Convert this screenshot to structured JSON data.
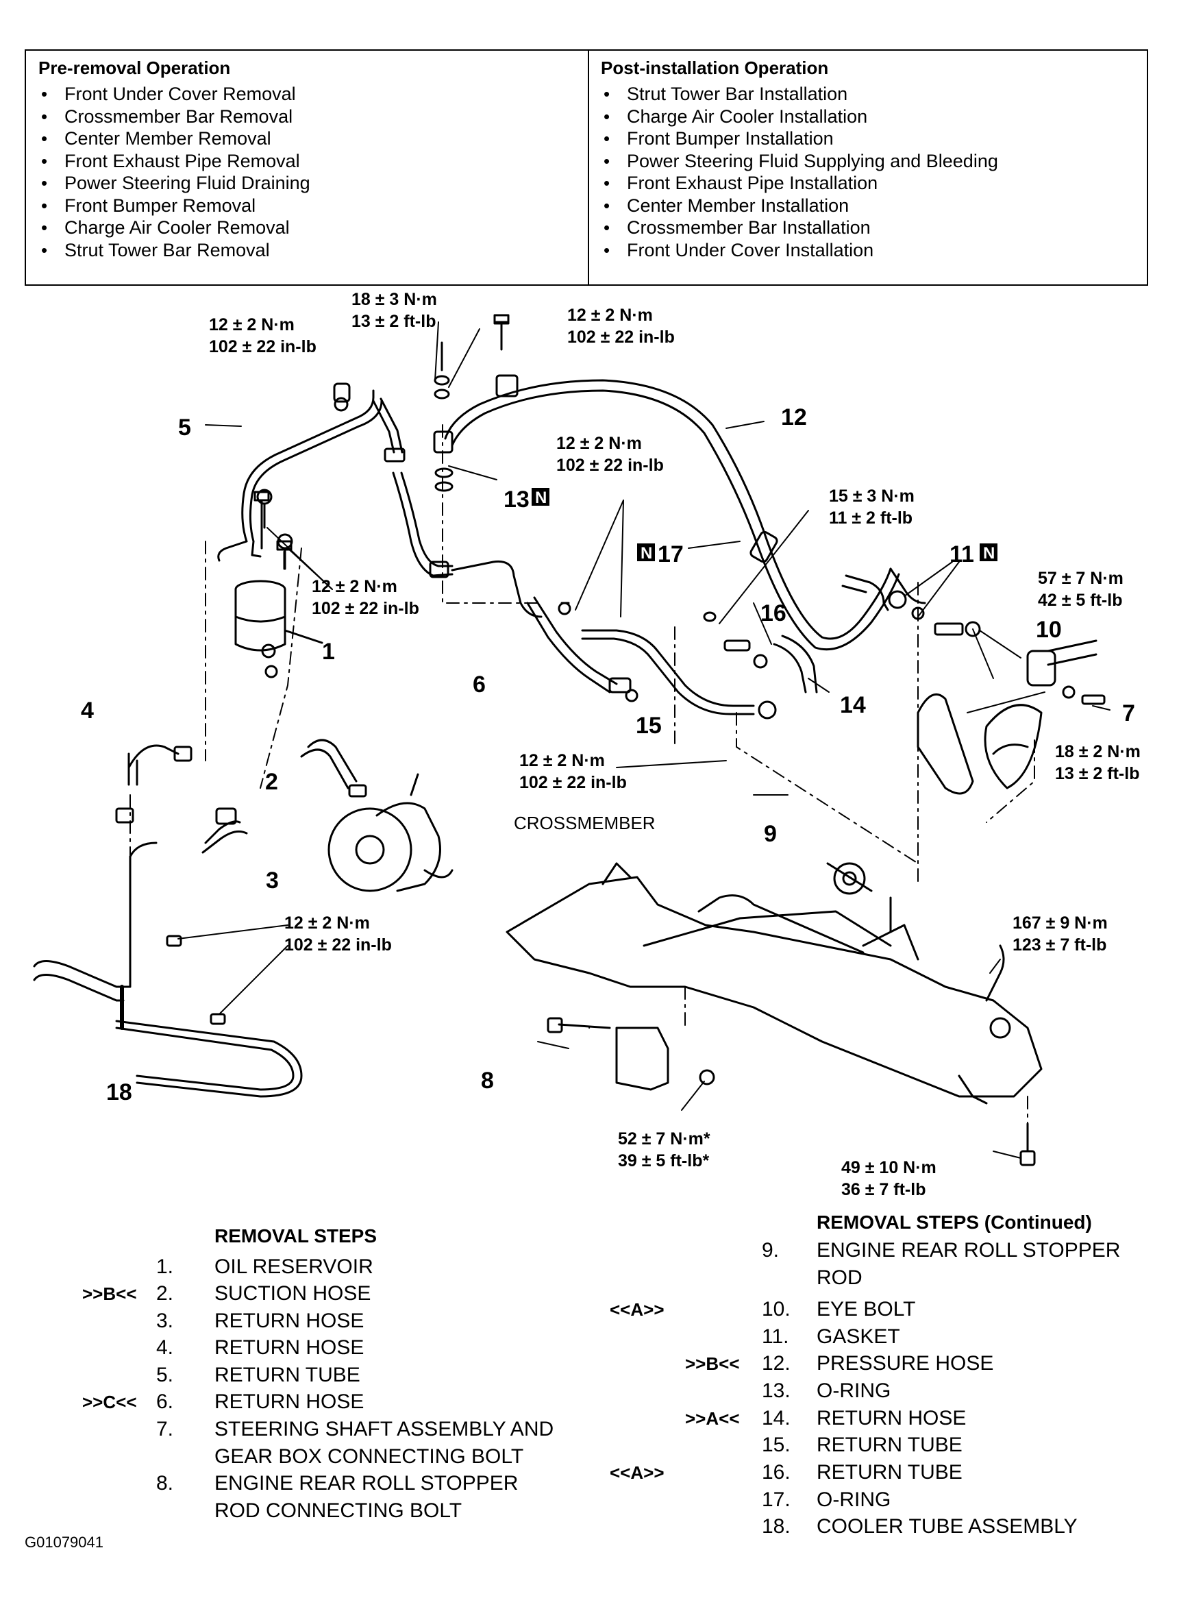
{
  "pre_removal": {
    "title": "Pre-removal Operation",
    "items": [
      "Front Under Cover Removal",
      "Crossmember Bar Removal",
      "Center Member Removal",
      "Front Exhaust Pipe Removal",
      "Power Steering Fluid Draining",
      "Front Bumper Removal",
      "Charge Air Cooler Removal",
      "Strut Tower Bar Removal"
    ]
  },
  "post_installation": {
    "title": "Post-installation Operation",
    "items": [
      "Strut Tower Bar Installation",
      "Charge Air Cooler Installation",
      "Front Bumper Installation",
      "Power Steering Fluid Supplying and Bleeding",
      "Front Exhaust Pipe Installation",
      "Center Member Installation",
      "Crossmember Bar Installation",
      "Front Under Cover Installation"
    ]
  },
  "diagram": {
    "torques": [
      {
        "id": "t1",
        "metric": "18 ± 3 N·m",
        "imperial": "13 ± 2 ft-lb"
      },
      {
        "id": "t2",
        "metric": "12 ± 2 N·m",
        "imperial": "102 ± 22 in-lb"
      },
      {
        "id": "t3",
        "metric": "12 ± 2 N·m",
        "imperial": "102 ± 22 in-lb"
      },
      {
        "id": "t4",
        "metric": "12 ± 2 N·m",
        "imperial": "102 ± 22 in-lb"
      },
      {
        "id": "t5",
        "metric": "15 ± 3 N·m",
        "imperial": "11 ± 2 ft-lb"
      },
      {
        "id": "t6",
        "metric": "12 ± 2 N·m",
        "imperial": "102 ± 22 in-lb"
      },
      {
        "id": "t7",
        "metric": "57 ± 7 N·m",
        "imperial": "42 ± 5 ft-lb"
      },
      {
        "id": "t8",
        "metric": "12 ± 2 N·m",
        "imperial": "102 ± 22 in-lb"
      },
      {
        "id": "t9",
        "metric": "18 ± 2 N·m",
        "imperial": "13 ± 2 ft-lb"
      },
      {
        "id": "t10",
        "metric": "12 ± 2 N·m",
        "imperial": "102 ± 22 in-lb"
      },
      {
        "id": "t11",
        "metric": "167 ± 9 N·m",
        "imperial": "123 ± 7 ft-lb"
      },
      {
        "id": "t12",
        "metric": "52 ± 7 N·m*",
        "imperial": "39 ± 5 ft-lb*"
      },
      {
        "id": "t13",
        "metric": "49 ± 10 N·m",
        "imperial": "36 ± 7 ft-lb"
      }
    ],
    "callouts": [
      "1",
      "2",
      "3",
      "4",
      "5",
      "6",
      "7",
      "8",
      "9",
      "10",
      "11",
      "12",
      "13",
      "14",
      "15",
      "16",
      "17",
      "18"
    ],
    "new_part_mark": "N",
    "crossmember_label": "CROSSMEMBER"
  },
  "removal_steps": {
    "title": "REMOVAL STEPS",
    "title_continued": "REMOVAL STEPS (Continued)",
    "steps": [
      {
        "num": "1.",
        "mark": "",
        "text": [
          "OIL RESERVOIR"
        ]
      },
      {
        "num": "2.",
        "mark": ">>B<<",
        "text": [
          "SUCTION HOSE"
        ]
      },
      {
        "num": "3.",
        "mark": "",
        "text": [
          "RETURN HOSE"
        ]
      },
      {
        "num": "4.",
        "mark": "",
        "text": [
          "RETURN HOSE"
        ]
      },
      {
        "num": "5.",
        "mark": "",
        "text": [
          "RETURN TUBE"
        ]
      },
      {
        "num": "6.",
        "mark": ">>C<<",
        "text": [
          "RETURN HOSE"
        ]
      },
      {
        "num": "7.",
        "mark": "",
        "text": [
          "STEERING SHAFT ASSEMBLY AND",
          "GEAR BOX CONNECTING BOLT"
        ]
      },
      {
        "num": "8.",
        "mark": "",
        "text": [
          "ENGINE REAR ROLL STOPPER",
          "ROD CONNECTING BOLT"
        ]
      },
      {
        "num": "9.",
        "mark": "",
        "text": [
          "ENGINE REAR ROLL STOPPER",
          "ROD"
        ]
      },
      {
        "num": "10.",
        "mark": "<<A>>",
        "text": [
          "EYE BOLT"
        ]
      },
      {
        "num": "11.",
        "mark": "",
        "text": [
          "GASKET"
        ]
      },
      {
        "num": "12.",
        "mark": ">>B<<",
        "text": [
          "PRESSURE HOSE"
        ]
      },
      {
        "num": "13.",
        "mark": "",
        "text": [
          "O-RING"
        ]
      },
      {
        "num": "14.",
        "mark": ">>A<<",
        "text": [
          "RETURN HOSE"
        ]
      },
      {
        "num": "15.",
        "mark": "",
        "text": [
          "RETURN TUBE"
        ]
      },
      {
        "num": "16.",
        "mark": "<<A>>",
        "text": [
          "RETURN TUBE"
        ]
      },
      {
        "num": "17.",
        "mark": "",
        "text": [
          "O-RING"
        ]
      },
      {
        "num": "18.",
        "mark": "",
        "text": [
          "COOLER TUBE ASSEMBLY"
        ]
      }
    ]
  },
  "figure_id": "G01079041"
}
